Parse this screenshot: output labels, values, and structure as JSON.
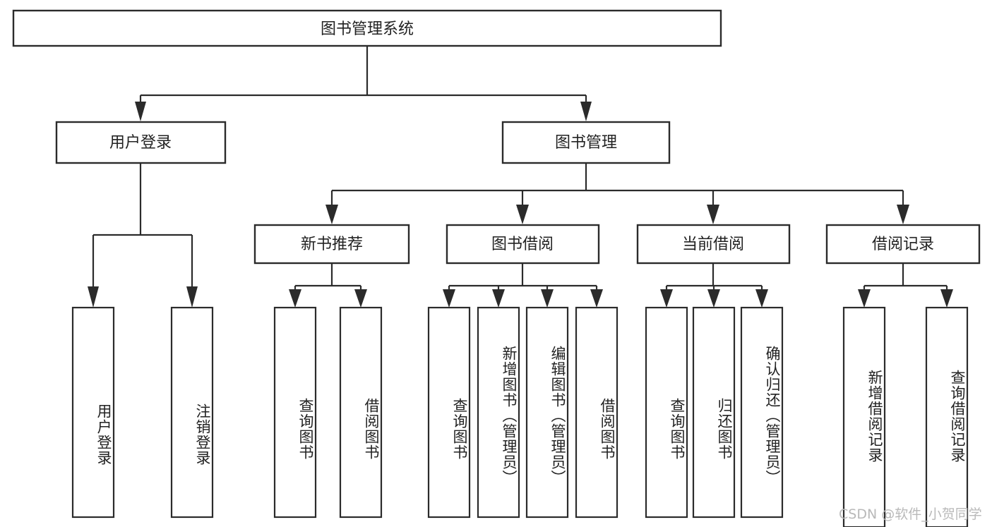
{
  "diagram": {
    "title": "图书管理系统",
    "watermark": "CSDN @软件_小贺同学",
    "levels": {
      "root": {
        "label": "图书管理系统"
      },
      "level2": [
        {
          "id": "user-login",
          "label": "用户登录"
        },
        {
          "id": "book-management",
          "label": "图书管理"
        }
      ],
      "level3": [
        {
          "id": "new-book-recommend",
          "label": "新书推荐"
        },
        {
          "id": "book-borrow",
          "label": "图书借阅"
        },
        {
          "id": "current-borrow",
          "label": "当前借阅"
        },
        {
          "id": "borrow-record",
          "label": "借阅记录"
        }
      ],
      "leaves": {
        "user_login": [
          {
            "id": "leaf-user-login",
            "label": "用户登录"
          },
          {
            "id": "leaf-logout",
            "label": "注销登录"
          }
        ],
        "new_book_recommend": [
          {
            "id": "leaf-query-book-1",
            "label": "查询图书"
          },
          {
            "id": "leaf-borrow-book-1",
            "label": "借阅图书"
          }
        ],
        "book_borrow": [
          {
            "id": "leaf-query-book-2",
            "label": "查询图书"
          },
          {
            "id": "leaf-add-book",
            "label": "新增图书（管理员）"
          },
          {
            "id": "leaf-edit-book",
            "label": "编辑图书（管理员）"
          },
          {
            "id": "leaf-borrow-book-2",
            "label": "借阅图书"
          }
        ],
        "current_borrow": [
          {
            "id": "leaf-query-book-3",
            "label": "查询图书"
          },
          {
            "id": "leaf-return-book",
            "label": "归还图书"
          },
          {
            "id": "leaf-confirm-return",
            "label": "确认归还（管理员）"
          }
        ],
        "borrow_record": [
          {
            "id": "leaf-add-record",
            "label": "新增借阅记录"
          },
          {
            "id": "leaf-query-record",
            "label": "查询借阅记录"
          }
        ]
      }
    },
    "colors": {
      "stroke": "#2b2b2b",
      "fill": "#ffffff",
      "text": "#222222",
      "watermark": "#b9b9b9"
    }
  }
}
